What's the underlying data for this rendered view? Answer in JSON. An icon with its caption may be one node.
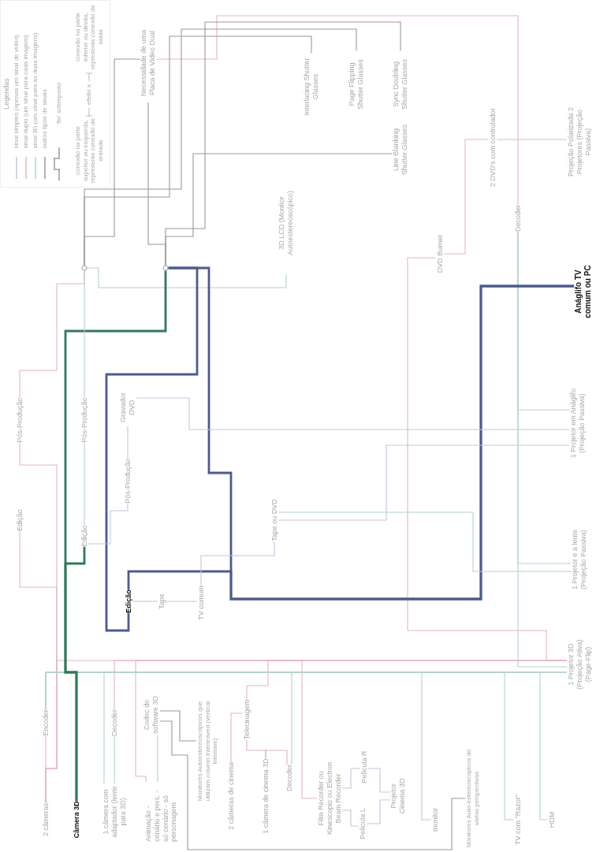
{
  "diagram": {
    "nodes": [
      {
        "text": [
          "2 câmeras"
        ]
      },
      {
        "text": [
          "Câmera 3D"
        ]
      },
      {
        "text": [
          "1 câmera com adaptador (lente para 3D)"
        ]
      },
      {
        "text": [
          "Animação - cenário e pers. - só cenário - só personagem"
        ]
      },
      {
        "text": [
          "Encoder"
        ]
      },
      {
        "text": [
          "Decoder"
        ]
      },
      {
        "text": [
          "Codec do software 3D"
        ]
      },
      {
        "text": [
          "Monitores Autoestereoscópicos que utilizam column interleaved (vertical interlave)"
        ]
      },
      {
        "text": [
          "2 câmeras de cinema"
        ]
      },
      {
        "text": [
          "Telecinagem"
        ]
      },
      {
        "text": [
          "1 câmera de cinema 3D"
        ]
      },
      {
        "text": [
          "Decoder"
        ]
      },
      {
        "text": [
          "Film Recorder ou Kinescopio ou Electron Beam Recorder"
        ]
      },
      {
        "text": [
          "Película R"
        ]
      },
      {
        "text": [
          "Película L"
        ]
      },
      {
        "text": [
          "Projetor Cinema 3D"
        ]
      },
      {
        "text": [
          "monitor"
        ]
      },
      {
        "text": [
          "Monitores Auto-estereoscópicos de várias perspectivas"
        ]
      },
      {
        "text": [
          "TV com \"Razor\""
        ]
      },
      {
        "text": [
          "HDM"
        ]
      },
      {
        "text": [
          "1 Projetor 3D (Projeção Ativa) (Page-Flip)"
        ]
      },
      {
        "text": [
          "1 Projetor e a lente (Projeção Passiva)"
        ]
      },
      {
        "text": [
          "1 Projetor em Anáglifo (Projeção Passiva)"
        ]
      },
      {
        "text": [
          "Anáglifo TV comum ou PC"
        ]
      },
      {
        "text": [
          "Projeção Polarizada 2 Projetores (Projeção Passiva)"
        ]
      },
      {
        "text": [
          "Decoder"
        ]
      },
      {
        "text": [
          "2 DVD's com controlador"
        ]
      },
      {
        "text": [
          "DVD Burner"
        ]
      },
      {
        "text": [
          "Line Blanking Shutter Glasses"
        ]
      },
      {
        "text": [
          "Sync Doubling Shutter Glasses"
        ]
      },
      {
        "text": [
          "Page Flipping Shutter Glasses"
        ]
      },
      {
        "text": [
          "Interlacing Shutter Glasses"
        ]
      },
      {
        "text": [
          "Necessidade de uma Placa de Vídeo Dual"
        ]
      },
      {
        "text": [
          "3D LCD (Monitor Autoestereoscópico)"
        ]
      },
      {
        "text": [],
        "shape": "circle"
      },
      {
        "text": [],
        "shape": "circle"
      },
      {
        "text": [
          "Pós-Produção"
        ]
      },
      {
        "text": [
          "Edição"
        ]
      },
      {
        "text": [
          "Pós-Produção"
        ]
      },
      {
        "text": [
          "Edição"
        ]
      },
      {
        "text": [
          "Gravador DVD"
        ]
      },
      {
        "text": [
          "Pós-Produção"
        ]
      },
      {
        "text": [
          "Edição"
        ]
      },
      {
        "text": [
          "Tape"
        ]
      },
      {
        "text": [
          "TV comum"
        ]
      },
      {
        "text": [
          "Tape ou DVD"
        ]
      }
    ],
    "edges": [
      {
        "from": 0,
        "to": 4,
        "arrow": "none",
        "color": "#e6b3c7"
      },
      {
        "from": 0,
        "to": 37,
        "arrow": "none",
        "color": "#e6b3c7"
      },
      {
        "from": 0,
        "to": 36,
        "arrow": "none",
        "color": "#e6b3c7"
      },
      {
        "from": 36,
        "to": 34,
        "arrow": "none",
        "color": "#e6b3c7"
      },
      {
        "from": 4,
        "to": 20,
        "arrow": "none"
      },
      {
        "from": 2,
        "to": 5,
        "arrow": "none"
      },
      {
        "from": 2,
        "to": 20,
        "arrow": "none"
      },
      {
        "from": 5,
        "to": 20,
        "arrow": "none",
        "color": "#e6b3c7"
      },
      {
        "from": 3,
        "to": 6,
        "arrow": "none"
      },
      {
        "from": 3,
        "to": 20,
        "arrow": "none",
        "color": "#e6b3c7"
      },
      {
        "from": 6,
        "to": 7,
        "arrow": "none",
        "color": "#9a9a9a"
      },
      {
        "from": 6,
        "to": 17,
        "arrow": "none",
        "color": "#9a9a9a"
      },
      {
        "from": 8,
        "to": 9,
        "arrow": "none",
        "color": "#e6b3c7"
      },
      {
        "from": 10,
        "to": 9,
        "arrow": "none",
        "color": "#e6b3c7"
      },
      {
        "from": 10,
        "to": 11,
        "arrow": "none",
        "color": "#e6b3c7"
      },
      {
        "from": 9,
        "to": 20,
        "arrow": "none",
        "color": "#e6b3c7"
      },
      {
        "from": 11,
        "to": 20,
        "arrow": "none"
      },
      {
        "from": 0,
        "to": 12,
        "arrow": "none",
        "color": "#e6b3c7"
      },
      {
        "from": 12,
        "to": 13,
        "arrow": "none",
        "color": "#c3c6de"
      },
      {
        "from": 12,
        "to": 14,
        "arrow": "none",
        "color": "#c3c6de"
      },
      {
        "from": 13,
        "to": 15,
        "arrow": "none",
        "color": "#c3c6de"
      },
      {
        "from": 14,
        "to": 15,
        "arrow": "none",
        "color": "#c3c6de"
      },
      {
        "from": 4,
        "to": 16,
        "arrow": "none"
      },
      {
        "from": 4,
        "to": 18,
        "arrow": "none"
      },
      {
        "from": 4,
        "to": 19,
        "arrow": "none"
      },
      {
        "from": 25,
        "to": 21,
        "arrow": "none"
      },
      {
        "from": 25,
        "to": 22,
        "arrow": "none"
      },
      {
        "from": 25,
        "to": 20,
        "arrow": "none"
      },
      {
        "from": 27,
        "to": 26,
        "arrow": "none",
        "color": "#e6b3c7"
      },
      {
        "from": 26,
        "to": 24,
        "arrow": "none",
        "color": "#e6b3c7"
      },
      {
        "from": 32,
        "to": 25,
        "arrow": "none",
        "color": "#e6b3c7"
      },
      {
        "from": 27,
        "to": 20,
        "arrow": "none",
        "color": "#e6b3c7"
      },
      {
        "from": 34,
        "to": 33,
        "arrow": "none"
      },
      {
        "from": 34,
        "to": 32,
        "arrow": "none",
        "color": "#9a9a9a"
      },
      {
        "from": 34,
        "to": 31,
        "arrow": "none",
        "color": "#9a9a9a"
      },
      {
        "from": 34,
        "to": 30,
        "arrow": "none",
        "color": "#9a9a9a"
      },
      {
        "from": 35,
        "to": 28,
        "arrow": "none",
        "color": "#9a9a9a"
      },
      {
        "from": 35,
        "to": 29,
        "arrow": "none",
        "color": "#9a9a9a"
      },
      {
        "from": 35,
        "to": 32,
        "arrow": "none",
        "color": "#9a9a9a"
      },
      {
        "from": 1,
        "to": 35,
        "arrow": "none",
        "style": "thick",
        "color": "#2e7a58"
      },
      {
        "from": 1,
        "to": 39,
        "arrow": "none",
        "style": "thick",
        "color": "#2e7a58"
      },
      {
        "from": 39,
        "to": 38,
        "arrow": "none"
      },
      {
        "from": 38,
        "to": 34,
        "arrow": "none"
      },
      {
        "from": 35,
        "to": 23,
        "arrow": "none",
        "style": "thick",
        "color": "#4b5a92"
      },
      {
        "from": 35,
        "to": 42,
        "arrow": "none",
        "style": "thick",
        "color": "#4b5a92"
      },
      {
        "from": 42,
        "to": 23,
        "arrow": "none",
        "style": "thick",
        "color": "#4b5a92"
      },
      {
        "from": 42,
        "to": 43,
        "arrow": "none",
        "color": "#c3c6de"
      },
      {
        "from": 43,
        "to": 44,
        "arrow": "none",
        "color": "#c3c6de"
      },
      {
        "from": 44,
        "to": 45,
        "arrow": "none",
        "color": "#c3c6de"
      },
      {
        "from": 45,
        "to": 22,
        "arrow": "none",
        "color": "#c3c6de"
      },
      {
        "from": 45,
        "to": 21,
        "arrow": "none"
      },
      {
        "from": 41,
        "to": 40,
        "arrow": "none",
        "color": "#c3c6de"
      },
      {
        "from": 40,
        "to": 22,
        "arrow": "none",
        "color": "#c3c6de"
      },
      {
        "from": 39,
        "to": 41,
        "arrow": "none",
        "color": "#c3c6de"
      }
    ],
    "labels": [
      "Legendas",
      "'fio' sobreposto",
      "efeito x",
      "conexão na parte superior ou esquerda, representa conexão de entrada",
      "conexão na parte inferior ou direita, representa conexão de saída"
    ],
    "legend": [
      {
        "text": "sinal simples (apenas um sinal de vídeo)"
      },
      {
        "text": "sinal duplo (um sinal para cada imagem)"
      },
      {
        "text": "sinal 3D (um sinal para as duas imagens)"
      },
      {
        "text": "outros tipos de sinais"
      }
    ]
  }
}
